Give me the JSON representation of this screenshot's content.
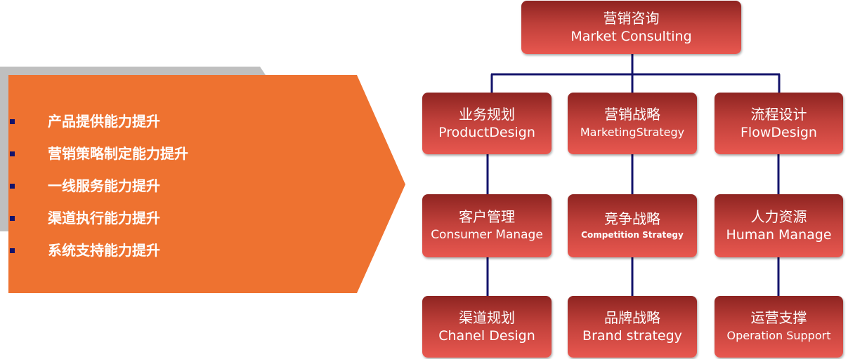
{
  "bullets": [
    "产品提供能力提升",
    "营销策略制定能力提升",
    "一线服务能力提升",
    "渠道执行能力提升",
    "系统支持能力提升"
  ],
  "root": {
    "cn": "营销咨询",
    "en": "Market Consulting"
  },
  "level1": [
    {
      "cn": "业务规划",
      "en": "ProductDesign"
    },
    {
      "cn": "营销战略",
      "en": "MarketingStrategy"
    },
    {
      "cn": "流程设计",
      "en": "FlowDesign"
    }
  ],
  "level2": [
    {
      "cn": "客户管理",
      "en": "Consumer Manage"
    },
    {
      "cn": "竞争战略",
      "en": "Competition Strategy"
    },
    {
      "cn": "人力资源",
      "en": "Human Manage"
    }
  ],
  "level3": [
    {
      "cn": "渠道规划",
      "en": "Chanel Design"
    },
    {
      "cn": "品牌战略",
      "en": "Brand strategy"
    },
    {
      "cn": "运营支撑",
      "en": "Operation Support"
    }
  ],
  "colors": {
    "arrow": "#ee7230",
    "back_shape": "#bfbfbf",
    "bullet_marker": "#13136b",
    "connector": "#13136b",
    "node_dark": "#8e2421",
    "node_light": "#e8574f"
  }
}
